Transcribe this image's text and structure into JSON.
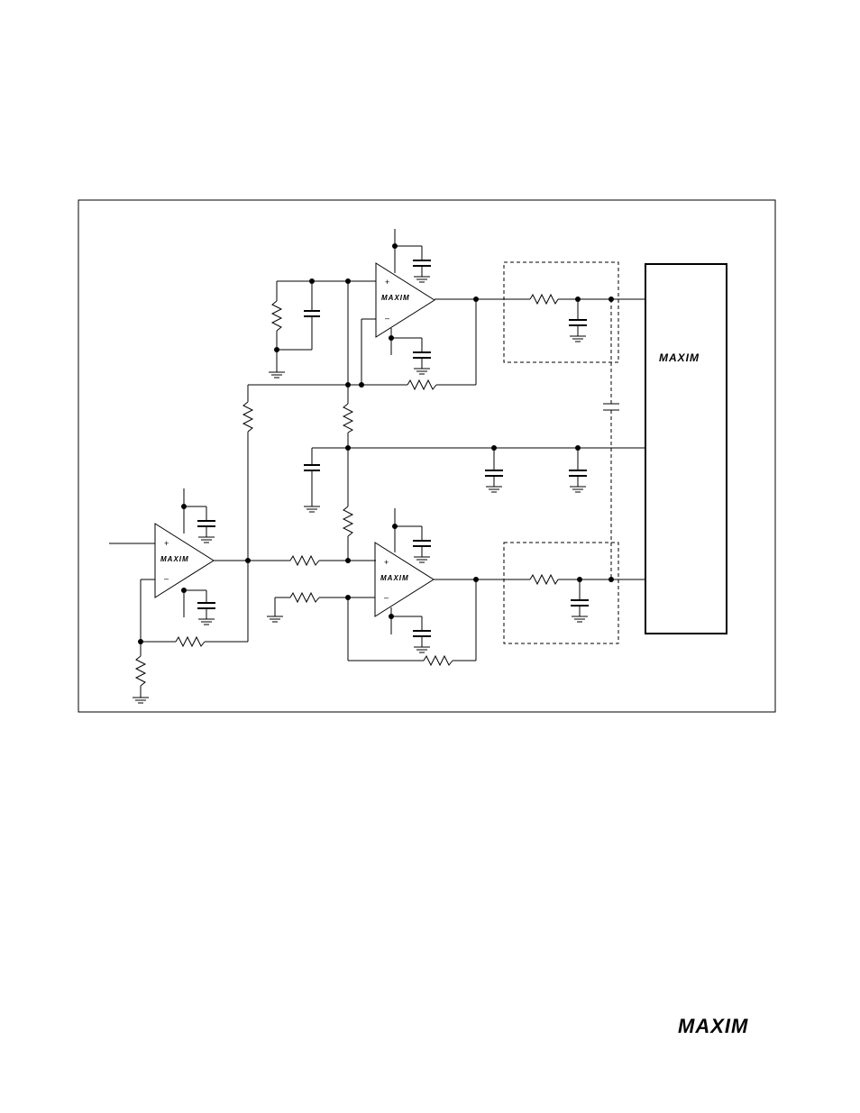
{
  "figure": {
    "opamp_logo": "MAXIM",
    "adc_logo": "MAXIM",
    "plus_sign": "+",
    "minus_sign": "–"
  },
  "footer": {
    "brand_logo": "MAXIM"
  }
}
